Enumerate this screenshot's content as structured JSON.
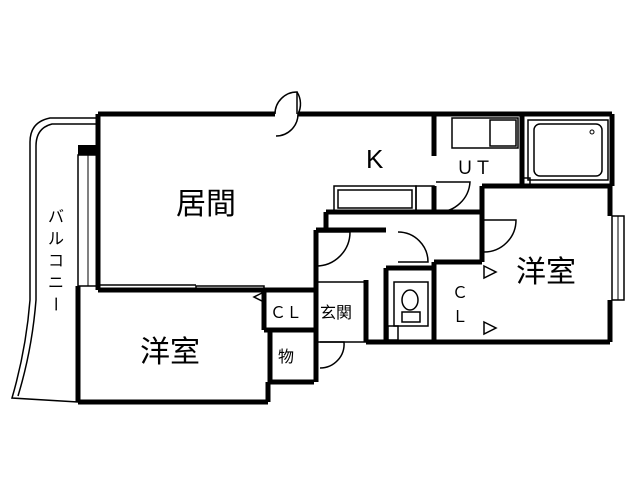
{
  "plan": {
    "rooms": {
      "living": "居間",
      "kitchen": "K",
      "utility": "ＵＴ",
      "bedroom_right": "洋室",
      "bedroom_left": "洋室",
      "closet_left": "ＣＬ",
      "closet_right_top": "Ｃ",
      "closet_right_bottom": "Ｌ",
      "entrance": "玄関",
      "storage": "物"
    },
    "balcony": [
      "バ",
      "ル",
      "コ",
      "ニ",
      "ー"
    ]
  }
}
